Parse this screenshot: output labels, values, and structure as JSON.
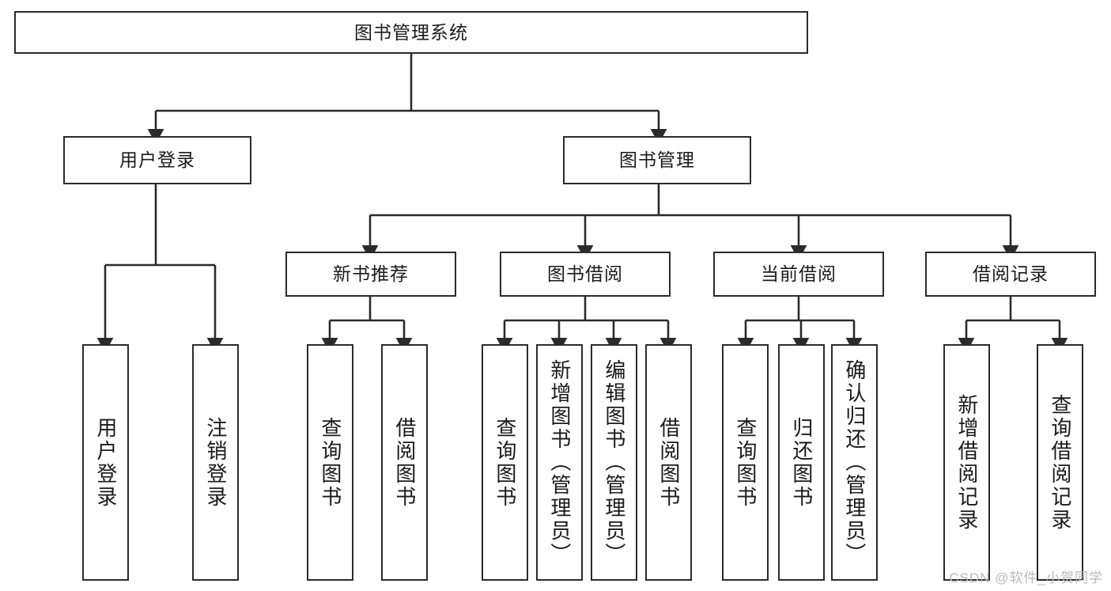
{
  "diagram": {
    "title": "图书管理系统",
    "type": "tree",
    "background_color": "#ffffff",
    "line_color": "#2b2b2b",
    "box_border_color": "#2b2b2b",
    "text_color": "#1a1a1a",
    "watermark": "CSDN @软件_小贺同学",
    "nodes": {
      "root": {
        "label": "图书管理系统"
      },
      "level2": [
        {
          "label": "用户登录"
        },
        {
          "label": "图书管理"
        }
      ],
      "level3": [
        {
          "label": "新书推荐"
        },
        {
          "label": "图书借阅"
        },
        {
          "label": "当前借阅"
        },
        {
          "label": "借阅记录"
        }
      ],
      "leaves": {
        "user_login": [
          {
            "label": "用户登录"
          },
          {
            "label": "注销登录"
          }
        ],
        "new_book_recommend": [
          {
            "label": "查询图书"
          },
          {
            "label": "借阅图书"
          }
        ],
        "book_borrow": [
          {
            "label": "查询图书"
          },
          {
            "label": "新增图书（管理员）"
          },
          {
            "label": "编辑图书（管理员）"
          },
          {
            "label": "借阅图书"
          }
        ],
        "current_borrow": [
          {
            "label": "查询图书"
          },
          {
            "label": "归还图书"
          },
          {
            "label": "确认归还（管理员）"
          }
        ],
        "borrow_record": [
          {
            "label": "新增借阅记录"
          },
          {
            "label": "查询借阅记录"
          }
        ]
      }
    }
  }
}
